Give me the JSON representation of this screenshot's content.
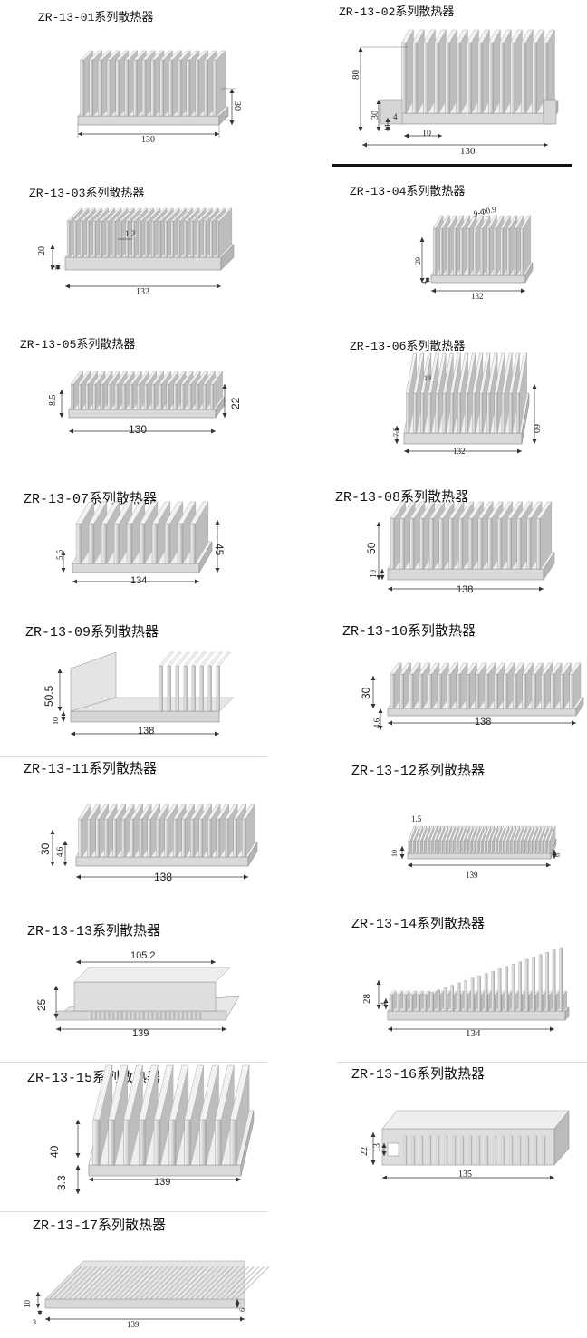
{
  "items": [
    {
      "id": "01",
      "title": "ZR-13-01系列散热器",
      "dims": [
        "130",
        "30"
      ]
    },
    {
      "id": "02",
      "title": "ZR-13-02系列散热器",
      "dims": [
        "80",
        "30",
        "11",
        "4",
        "10",
        "130"
      ]
    },
    {
      "id": "03",
      "title": "ZR-13-03系列散热器",
      "dims": [
        "20",
        "5",
        "1.2",
        "132"
      ]
    },
    {
      "id": "04",
      "title": "ZR-13-04系列散热器",
      "dims": [
        "9-Φ0.9",
        "29",
        "4",
        "132"
      ]
    },
    {
      "id": "05",
      "title": "ZR-13-05系列散热器",
      "dims": [
        "8.5",
        "22",
        "130"
      ]
    },
    {
      "id": "06",
      "title": "ZR-13-06系列散热器",
      "dims": [
        "13",
        "7.5",
        "60",
        "132"
      ]
    },
    {
      "id": "07",
      "title": "ZR-13-07系列散热器",
      "dims": [
        "5.5",
        "45",
        "134"
      ]
    },
    {
      "id": "08",
      "title": "ZR-13-08系列散热器",
      "dims": [
        "50",
        "10",
        "138"
      ]
    },
    {
      "id": "09",
      "title": "ZR-13-09系列散热器",
      "dims": [
        "50.5",
        "10",
        "138"
      ]
    },
    {
      "id": "10",
      "title": "ZR-13-10系列散热器",
      "dims": [
        "30",
        "4.6",
        "138"
      ]
    },
    {
      "id": "11",
      "title": "ZR-13-11系列散热器",
      "dims": [
        "30",
        "4.6",
        "138"
      ]
    },
    {
      "id": "12",
      "title": "ZR-13-12系列散热器",
      "dims": [
        "1.5",
        "10",
        "6",
        "139"
      ]
    },
    {
      "id": "13",
      "title": "ZR-13-13系列散热器",
      "dims": [
        "105.2",
        "25",
        "139"
      ]
    },
    {
      "id": "14",
      "title": "ZR-13-14系列散热器",
      "dims": [
        "28",
        "4",
        "134"
      ]
    },
    {
      "id": "15",
      "title": "ZR-13-15系列散热器",
      "dims": [
        "40",
        "3.3",
        "139"
      ]
    },
    {
      "id": "16",
      "title": "ZR-13-16系列散热器",
      "dims": [
        "22",
        "13",
        "135"
      ]
    },
    {
      "id": "17",
      "title": "ZR-13-17系列散热器",
      "dims": [
        "10",
        "3",
        "6",
        "139"
      ]
    }
  ]
}
